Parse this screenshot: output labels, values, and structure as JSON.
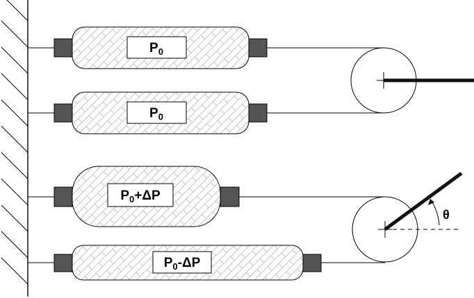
{
  "diagram": {
    "actuators": [
      {
        "label_main": "P",
        "label_sub": "0",
        "label_suffix": ""
      },
      {
        "label_main": "P",
        "label_sub": "0",
        "label_suffix": ""
      },
      {
        "label_main": "P",
        "label_sub": "0",
        "label_suffix": "+ΔP"
      },
      {
        "label_main": "P",
        "label_sub": "0",
        "label_suffix": "-ΔP"
      }
    ],
    "angle_label": "θ"
  }
}
